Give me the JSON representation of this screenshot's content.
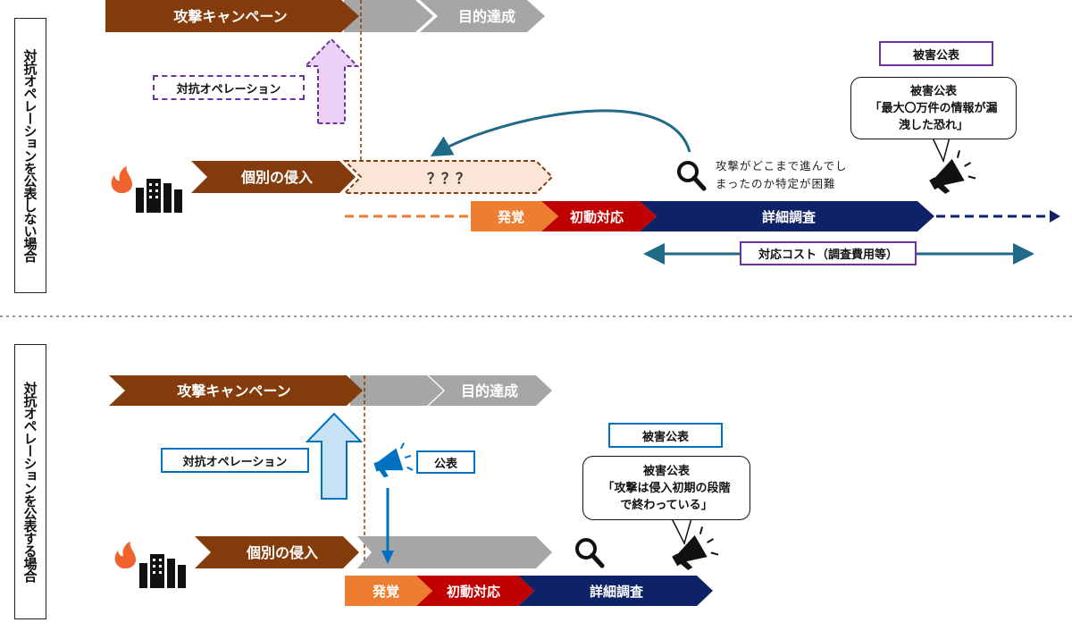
{
  "colors": {
    "campaign": "#843c0c",
    "gray": "#a6a6a6",
    "hatsukaku": "#ed7d31",
    "shodo": "#c00000",
    "chosa": "#0e2367",
    "purple": "#7030a0",
    "blue": "#0070c0",
    "teal": "#1f6b87",
    "intrusion_fill": "#fbe5d6",
    "purple_arrow_fill": "#ead1f5",
    "blue_arrow_fill": "#c7e2f5"
  },
  "top": {
    "side_label": "対抗オペレーションを公表しない場合",
    "campaign": "攻撃キャンペーン",
    "goal": "目的達成",
    "counter_op": "対抗オペレーション",
    "intrusion": "個別の侵入",
    "unknown": "？？？",
    "detect": "発覚",
    "initial": "初動対応",
    "investigation": "詳細調査",
    "note": "攻撃がどこまで進んでし\nまったのか特定が困難",
    "cost": "対応コスト（調査費用等）",
    "disclosure_label": "被害公表",
    "bubble": "被害公表\n「最大〇万件の情報が漏\n洩した恐れ」"
  },
  "bottom": {
    "side_label": "対抗オペレーションを公表する場合",
    "campaign": "攻撃キャンペーン",
    "goal": "目的達成",
    "counter_op": "対抗オペレーション",
    "publish": "公表",
    "intrusion": "個別の侵入",
    "detect": "発覚",
    "initial": "初動対応",
    "investigation": "詳細調査",
    "disclosure_label": "被害公表",
    "bubble": "被害公表\n「攻撃は侵入初期の段階\nで終わっている」"
  },
  "icons": [
    "fire-icon",
    "building-icon",
    "magnifier-icon",
    "megaphone-icon"
  ]
}
